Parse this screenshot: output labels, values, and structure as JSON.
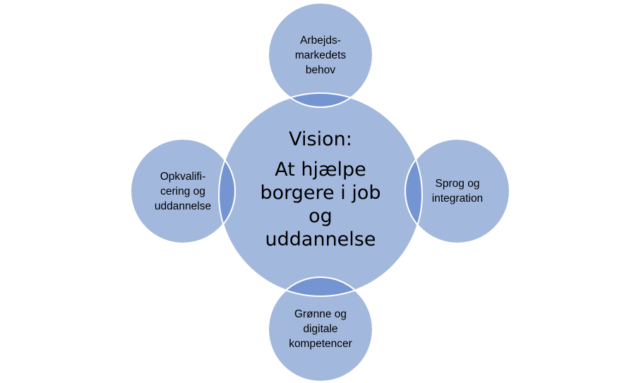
{
  "colors": {
    "circle_fill": "#a3b8dd",
    "overlap_fill": "#7595d2",
    "circle_stroke": "#ffffff"
  },
  "center": {
    "title": "Vision:",
    "lines": [
      "At hjælpe",
      "borgere i job",
      "og",
      "uddannelse"
    ]
  },
  "satellites": {
    "top": {
      "lines": [
        "Arbejds-",
        "markedets",
        "behov"
      ]
    },
    "right": {
      "lines": [
        "Sprog og",
        "integration"
      ]
    },
    "bottom": {
      "lines": [
        "Grønne og",
        "digitale",
        "kompetencer"
      ]
    },
    "left": {
      "lines": [
        "Opkvalifi-",
        "cering og",
        "uddannelse"
      ]
    }
  }
}
